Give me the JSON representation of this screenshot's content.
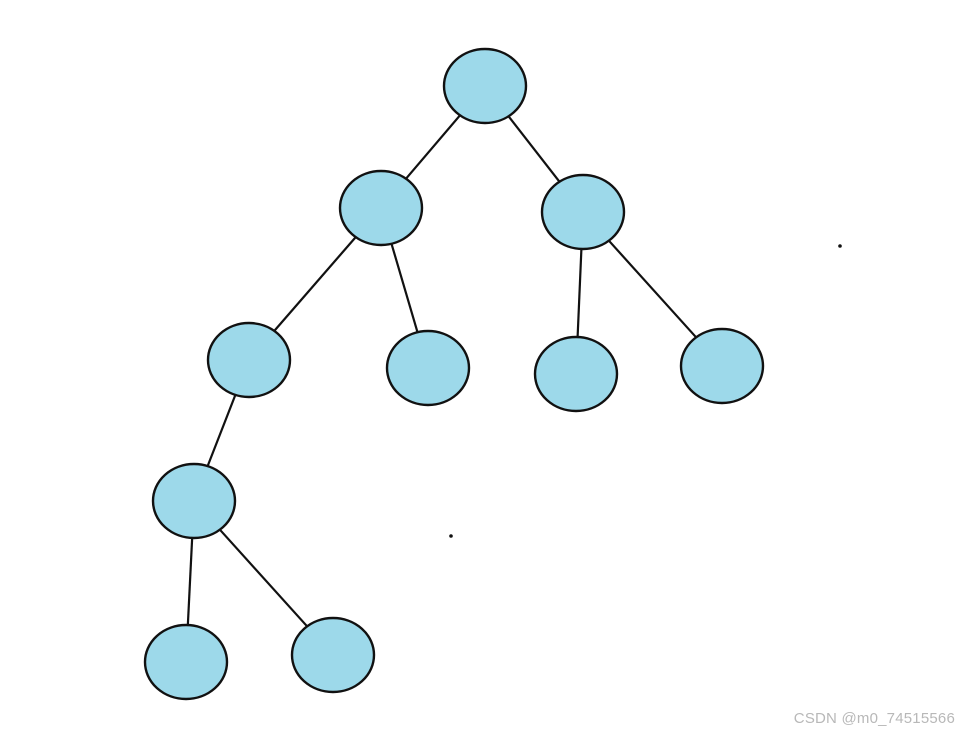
{
  "diagram": {
    "type": "binary-tree",
    "node_fill": "#9dd9ea",
    "node_stroke": "#111111",
    "edge_color": "#111111",
    "nodes": [
      {
        "id": "root"
      },
      {
        "id": "l"
      },
      {
        "id": "r"
      },
      {
        "id": "ll"
      },
      {
        "id": "lr"
      },
      {
        "id": "rl"
      },
      {
        "id": "rr"
      },
      {
        "id": "lll"
      },
      {
        "id": "llll"
      },
      {
        "id": "lllr"
      }
    ],
    "edges": [
      {
        "from": "root",
        "to": "l"
      },
      {
        "from": "root",
        "to": "r"
      },
      {
        "from": "l",
        "to": "ll"
      },
      {
        "from": "l",
        "to": "lr"
      },
      {
        "from": "r",
        "to": "rl"
      },
      {
        "from": "r",
        "to": "rr"
      },
      {
        "from": "ll",
        "to": "lll"
      },
      {
        "from": "lll",
        "to": "llll"
      },
      {
        "from": "lll",
        "to": "lllr"
      }
    ]
  },
  "watermark": {
    "text": "CSDN @m0_74515566",
    "color": "#b8b8b8"
  }
}
